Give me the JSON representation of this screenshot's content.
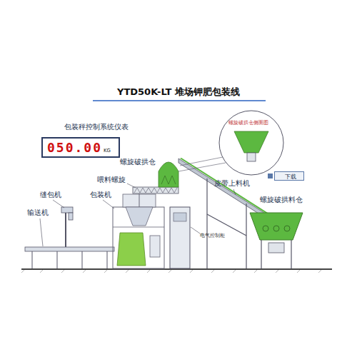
{
  "diagram": {
    "title": "YTD50K-LT 堆场钾肥包装线",
    "nodes": [
      {
        "text": [
          "050.00",
          "KG"
        ]
      },
      {
        "text": [
          "下载"
        ]
      }
    ],
    "labels": [
      "包装秤控制系统仪表",
      "螺旋破拱仓侧面图",
      "螺旋破拱仓",
      "喂料螺旋",
      "缝包机",
      "包装机",
      "皮带上料机",
      "输送机",
      "螺旋破拱料仓",
      "电气控制柜"
    ]
  }
}
